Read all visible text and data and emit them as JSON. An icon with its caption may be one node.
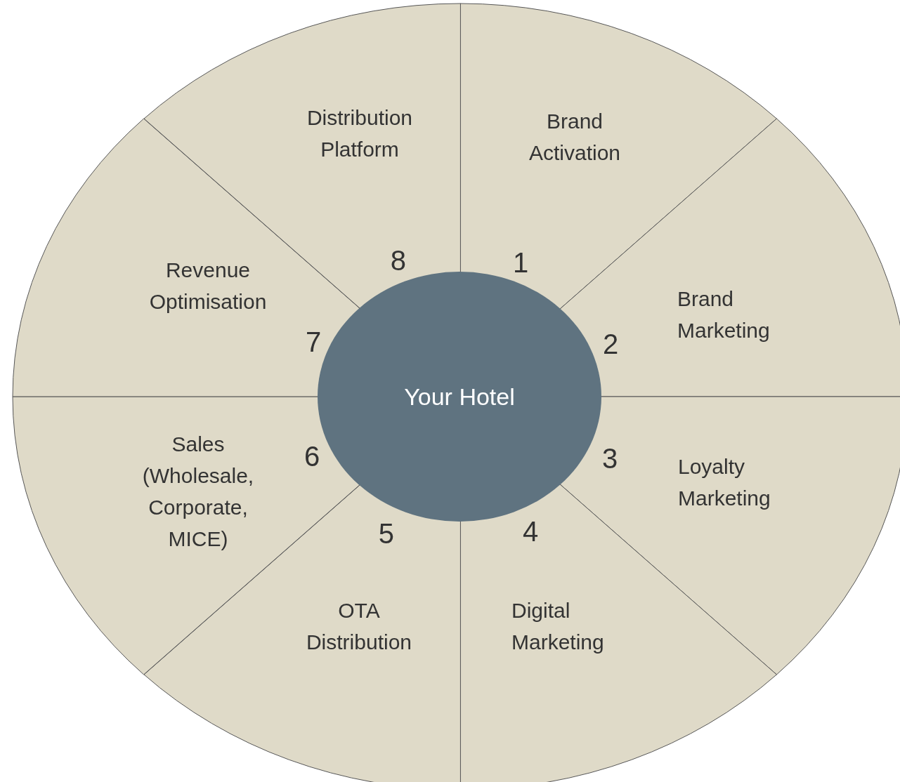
{
  "diagram": {
    "nodes": [
      {
        "text": [
          "Brand Activation",
          "1"
        ]
      },
      {
        "text": [
          "2",
          "Brand Marketing"
        ]
      },
      {
        "text": [
          "3",
          "Loyalty Marketing"
        ]
      },
      {
        "text": [
          "4",
          "Digital Marketing"
        ]
      },
      {
        "text": [
          "5",
          "OTA Distribution"
        ]
      },
      {
        "text": [
          "Sales (Wholesale, Corporate, MICE)",
          "6"
        ]
      },
      {
        "text": [
          "Revenue Optimisation",
          "7"
        ]
      },
      {
        "text": [
          "Distribution Platform",
          "8"
        ]
      },
      {
        "text": [
          "Your Hotel"
        ]
      }
    ]
  }
}
